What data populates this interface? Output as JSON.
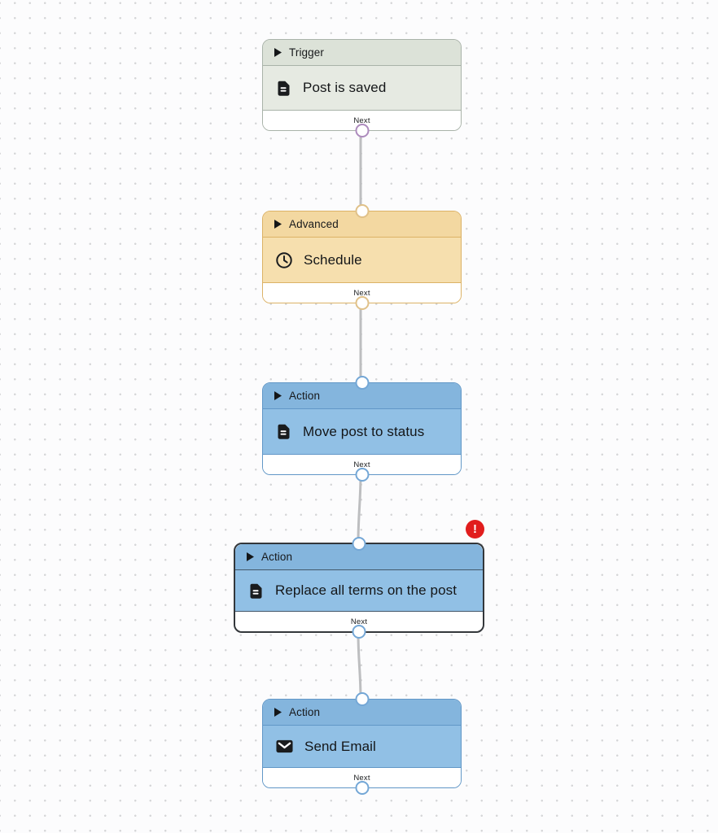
{
  "canvas": {
    "background_color": "#fcfcfd",
    "dot_color": "#d5d6d8"
  },
  "palette": {
    "trigger_header": "#dce2d8",
    "trigger_body": "#e6eae2",
    "trigger_border": "#a9b3a9",
    "trigger_handle_ring": "#ad8bbd",
    "advanced_header": "#f3d8a1",
    "advanced_body": "#f6dfae",
    "advanced_border": "#dcb266",
    "advanced_handle_ring": "#e0c189",
    "action_header": "#84b5dd",
    "action_body": "#91c0e5",
    "action_border": "#6197c7",
    "action_handle_ring": "#74a7d6",
    "selected_border": "#33373b",
    "connector": "#bdbec0",
    "error_badge": "#e11d1d"
  },
  "nodes": [
    {
      "category": "Trigger",
      "title": "Post is saved",
      "icon": "document-icon",
      "footer_label": "Next",
      "type": "trigger",
      "selected": false,
      "has_error": false
    },
    {
      "category": "Advanced",
      "title": "Schedule",
      "icon": "clock-icon",
      "footer_label": "Next",
      "type": "advanced",
      "selected": false,
      "has_error": false
    },
    {
      "category": "Action",
      "title": "Move post to status",
      "icon": "document-icon",
      "footer_label": "Next",
      "type": "action",
      "selected": false,
      "has_error": false
    },
    {
      "category": "Action",
      "title": "Replace all terms on the post",
      "icon": "document-icon",
      "footer_label": "Next",
      "type": "action",
      "selected": true,
      "has_error": true,
      "error_badge": "!"
    },
    {
      "category": "Action",
      "title": "Send Email",
      "icon": "envelope-icon",
      "footer_label": "Next",
      "type": "action",
      "selected": false,
      "has_error": false
    }
  ]
}
